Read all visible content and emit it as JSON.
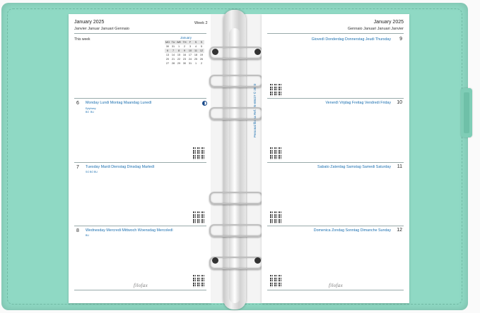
{
  "left_page": {
    "month_title": "January 2025",
    "month_sub": "Janvier Januar Januari Gennaio",
    "week_label": "Week 2",
    "this_week": "This week",
    "days": [
      {
        "num": "6",
        "name": "Monday Lundi Montag Maandag Lunedì",
        "note": "Epiphany\nBO  BU"
      },
      {
        "num": "7",
        "name": "Tuesday Mardi Dienstag Dinsdag Martedì",
        "note": "SG  BO  BU"
      },
      {
        "num": "8",
        "name": "Wednesday Mercredi Mittwoch Woensdag Mercoledì",
        "note": "BU"
      }
    ],
    "logo": "filofax"
  },
  "mini_calendar": {
    "title": "January",
    "headers": [
      "MO",
      "TU",
      "WE",
      "TH",
      "F",
      "S",
      "S"
    ],
    "cells": [
      "30",
      "31",
      "1",
      "2",
      "3",
      "4",
      "5",
      "6",
      "7",
      "8",
      "9",
      "10",
      "11",
      "12",
      "13",
      "14",
      "15",
      "16",
      "17",
      "18",
      "19",
      "20",
      "21",
      "22",
      "23",
      "24",
      "25",
      "26",
      "27",
      "28",
      "29",
      "30",
      "31",
      "1",
      "2"
    ]
  },
  "right_page": {
    "month_title": "January 2025",
    "month_sub": "Gennaio Januari Januari Janvier",
    "days": [
      {
        "num": "9",
        "name": "Giovedì Donderdag Donnerstag Jeudi Thursday"
      },
      {
        "num": "10",
        "name": "Venerdì Vrijdag Freitag Vendredi Friday"
      },
      {
        "num": "11",
        "name": "Sabato Zaterdag Samstag Samedi Saturday"
      },
      {
        "num": "12",
        "name": "Domenica Zondag Sonntag Dimanche Sunday"
      }
    ],
    "logo": "filofax"
  },
  "spine": {
    "brand_text": "Personal    filofax  Ref. 25-68427    © 2023"
  },
  "colors": {
    "cover": "#8fd9c4",
    "accent_text": "#1a6fb0"
  }
}
